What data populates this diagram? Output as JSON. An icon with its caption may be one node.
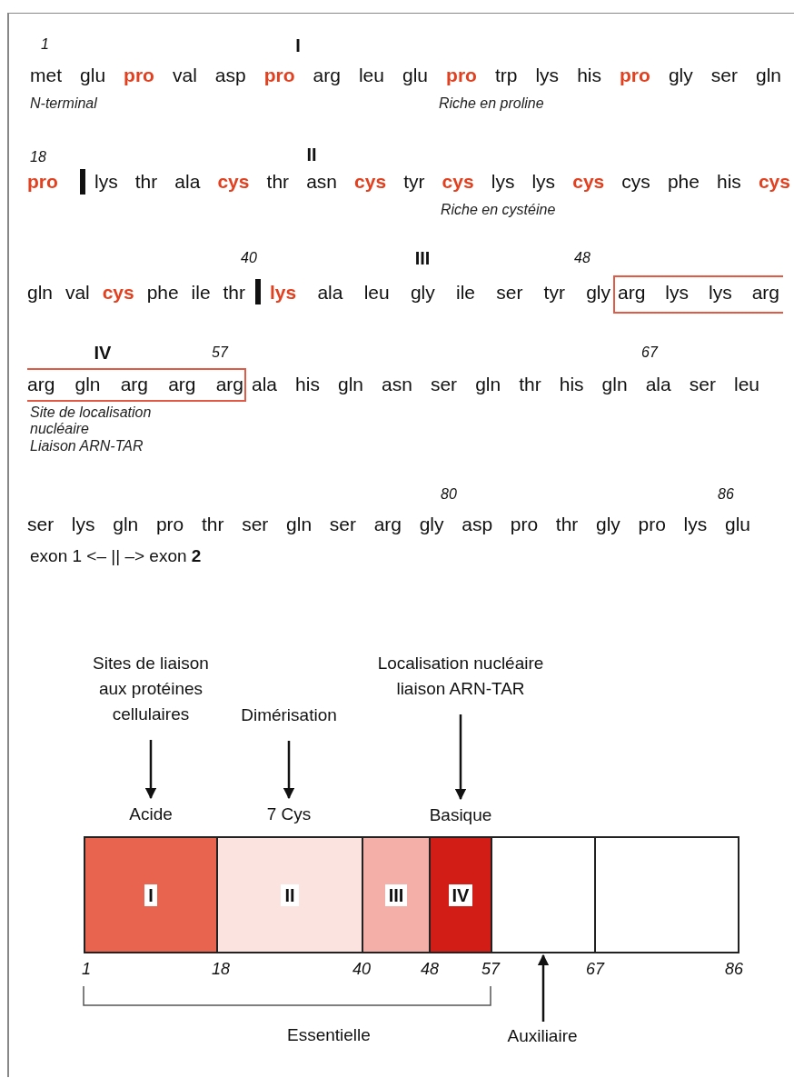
{
  "diagram": {
    "nodes": [
      {
        "text": [
          "Sites de liaison aux protéines cellulaires"
        ]
      },
      {
        "text": [
          "Localisation nucléaire liaison ARN-TAR"
        ]
      },
      {
        "text": [
          "Dimérisation"
        ]
      },
      {
        "text": [
          "Acide"
        ]
      },
      {
        "text": [
          "7 Cys"
        ]
      },
      {
        "text": [
          "Basique"
        ]
      },
      {
        "text": [
          "I"
        ]
      },
      {
        "text": [
          "II"
        ]
      },
      {
        "text": [
          "III"
        ]
      },
      {
        "text": [
          "IV"
        ]
      },
      {
        "text": [],
        "shape": "box"
      },
      {
        "text": [],
        "shape": "box"
      },
      {
        "text": [
          "Auxiliaire"
        ]
      }
    ],
    "edges": [
      {
        "from": 0,
        "to": 3,
        "arrow": "to"
      },
      {
        "from": 2,
        "to": 4,
        "arrow": "to"
      },
      {
        "from": 1,
        "to": 5,
        "arrow": "to"
      },
      {
        "from": 12,
        "to": 10,
        "arrow": "to"
      }
    ],
    "labels": [
      "1",
      "I",
      "met glu **pro** val asp **pro** arg leu glu **pro** trp lys his **pro** gly ser gln",
      "N-terminal",
      "Riche en proline",
      "18",
      "II",
      "**pro**",
      "lys thr ala **cys** thr asn **cys** tyr **cys** lys lys **cys** cys phe his **cys**",
      "Riche en cystéine",
      "40",
      "III",
      "48",
      "gln val **cys** phe ile thr",
      "**lys** ala leu gly ile ser tyr gly",
      "arg lys lys arg",
      "IV",
      "57",
      "67",
      "arg gln arg arg arg",
      "ala his gln asn ser gln thr his gln ala ser leu",
      "Site de localisation nucléaire",
      "Liaison ARN-TAR",
      "80",
      "86",
      "ser lys gln pro thr ser gln ser arg gly asp pro thr gly pro lys glu",
      "exon 1 <– || –> exon **2**",
      "1",
      "18",
      "40",
      "48",
      "57",
      "67",
      "86",
      "Essentielle"
    ]
  }
}
